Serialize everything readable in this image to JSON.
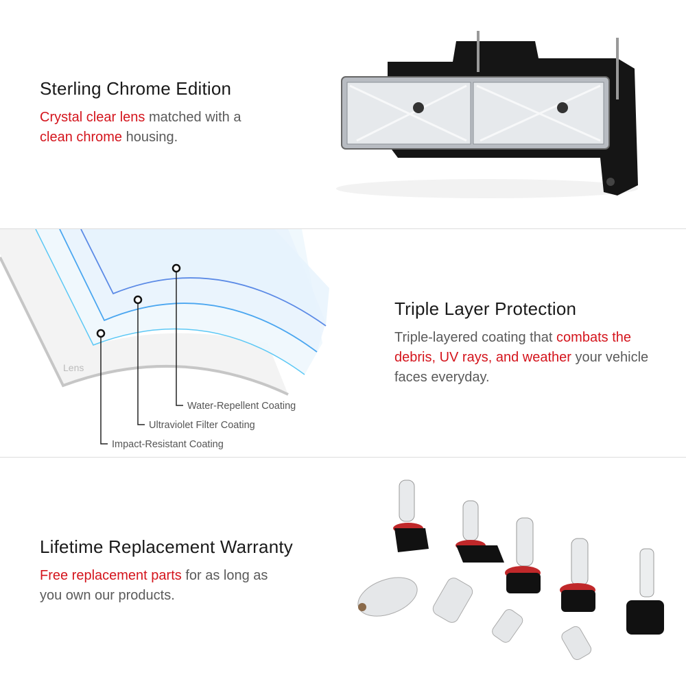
{
  "sections": [
    {
      "title": "Sterling Chrome Edition",
      "body": [
        {
          "text": "Crystal clear lens",
          "highlight": true
        },
        {
          "text": " matched with a ",
          "highlight": false
        },
        {
          "text": "clean chrome",
          "highlight": true
        },
        {
          "text": " housing.",
          "highlight": false
        }
      ]
    },
    {
      "title": "Triple Layer Protection",
      "body": [
        {
          "text": "Triple-layered coating that ",
          "highlight": false
        },
        {
          "text": "combats the debris, UV rays, and weather",
          "highlight": true
        },
        {
          "text": " your vehicle faces everyday.",
          "highlight": false
        }
      ]
    },
    {
      "title": "Lifetime Replacement Warranty",
      "body": [
        {
          "text": "Free replacement parts",
          "highlight": true
        },
        {
          "text": " for as long as you own our products.",
          "highlight": false
        }
      ]
    }
  ],
  "diagram": {
    "lens_label": "Lens",
    "layers": [
      "Water-Repellent Coating",
      "Ultraviolet Filter Coating",
      "Impact-Resistant Coating"
    ]
  },
  "colors": {
    "accent": "#d4141c",
    "text": "#5a5a5a",
    "title": "#1a1a1a"
  }
}
